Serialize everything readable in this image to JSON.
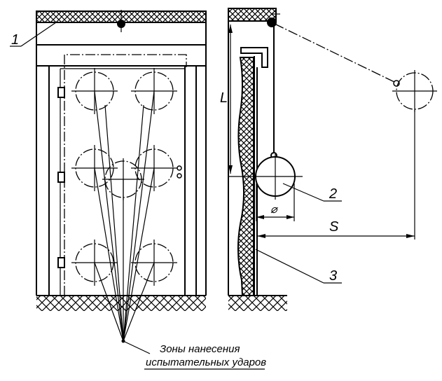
{
  "labels": {
    "callout_1": "1",
    "callout_2": "2",
    "callout_3": "3",
    "length_L": "L",
    "diameter": "⌀",
    "distance_S": "S"
  },
  "caption": {
    "line1": "Зоны нанесения",
    "line2": "испытательных ударов"
  },
  "colors": {
    "ink": "#000000",
    "paper": "#ffffff"
  }
}
